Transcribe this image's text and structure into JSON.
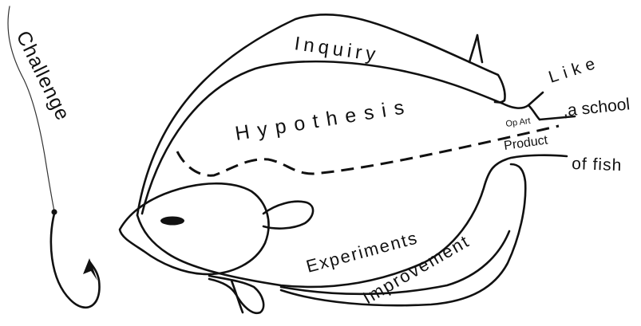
{
  "labels": {
    "challenge": "Challenge",
    "inquiry": "Inquiry",
    "hypothesis": "Hypothesis",
    "experiments": "Experiments",
    "improvement": "Improvement",
    "op_art": "Op Art",
    "product": "Product",
    "like": "Like",
    "a_school": ",a school",
    "of_fish": "of fish"
  }
}
